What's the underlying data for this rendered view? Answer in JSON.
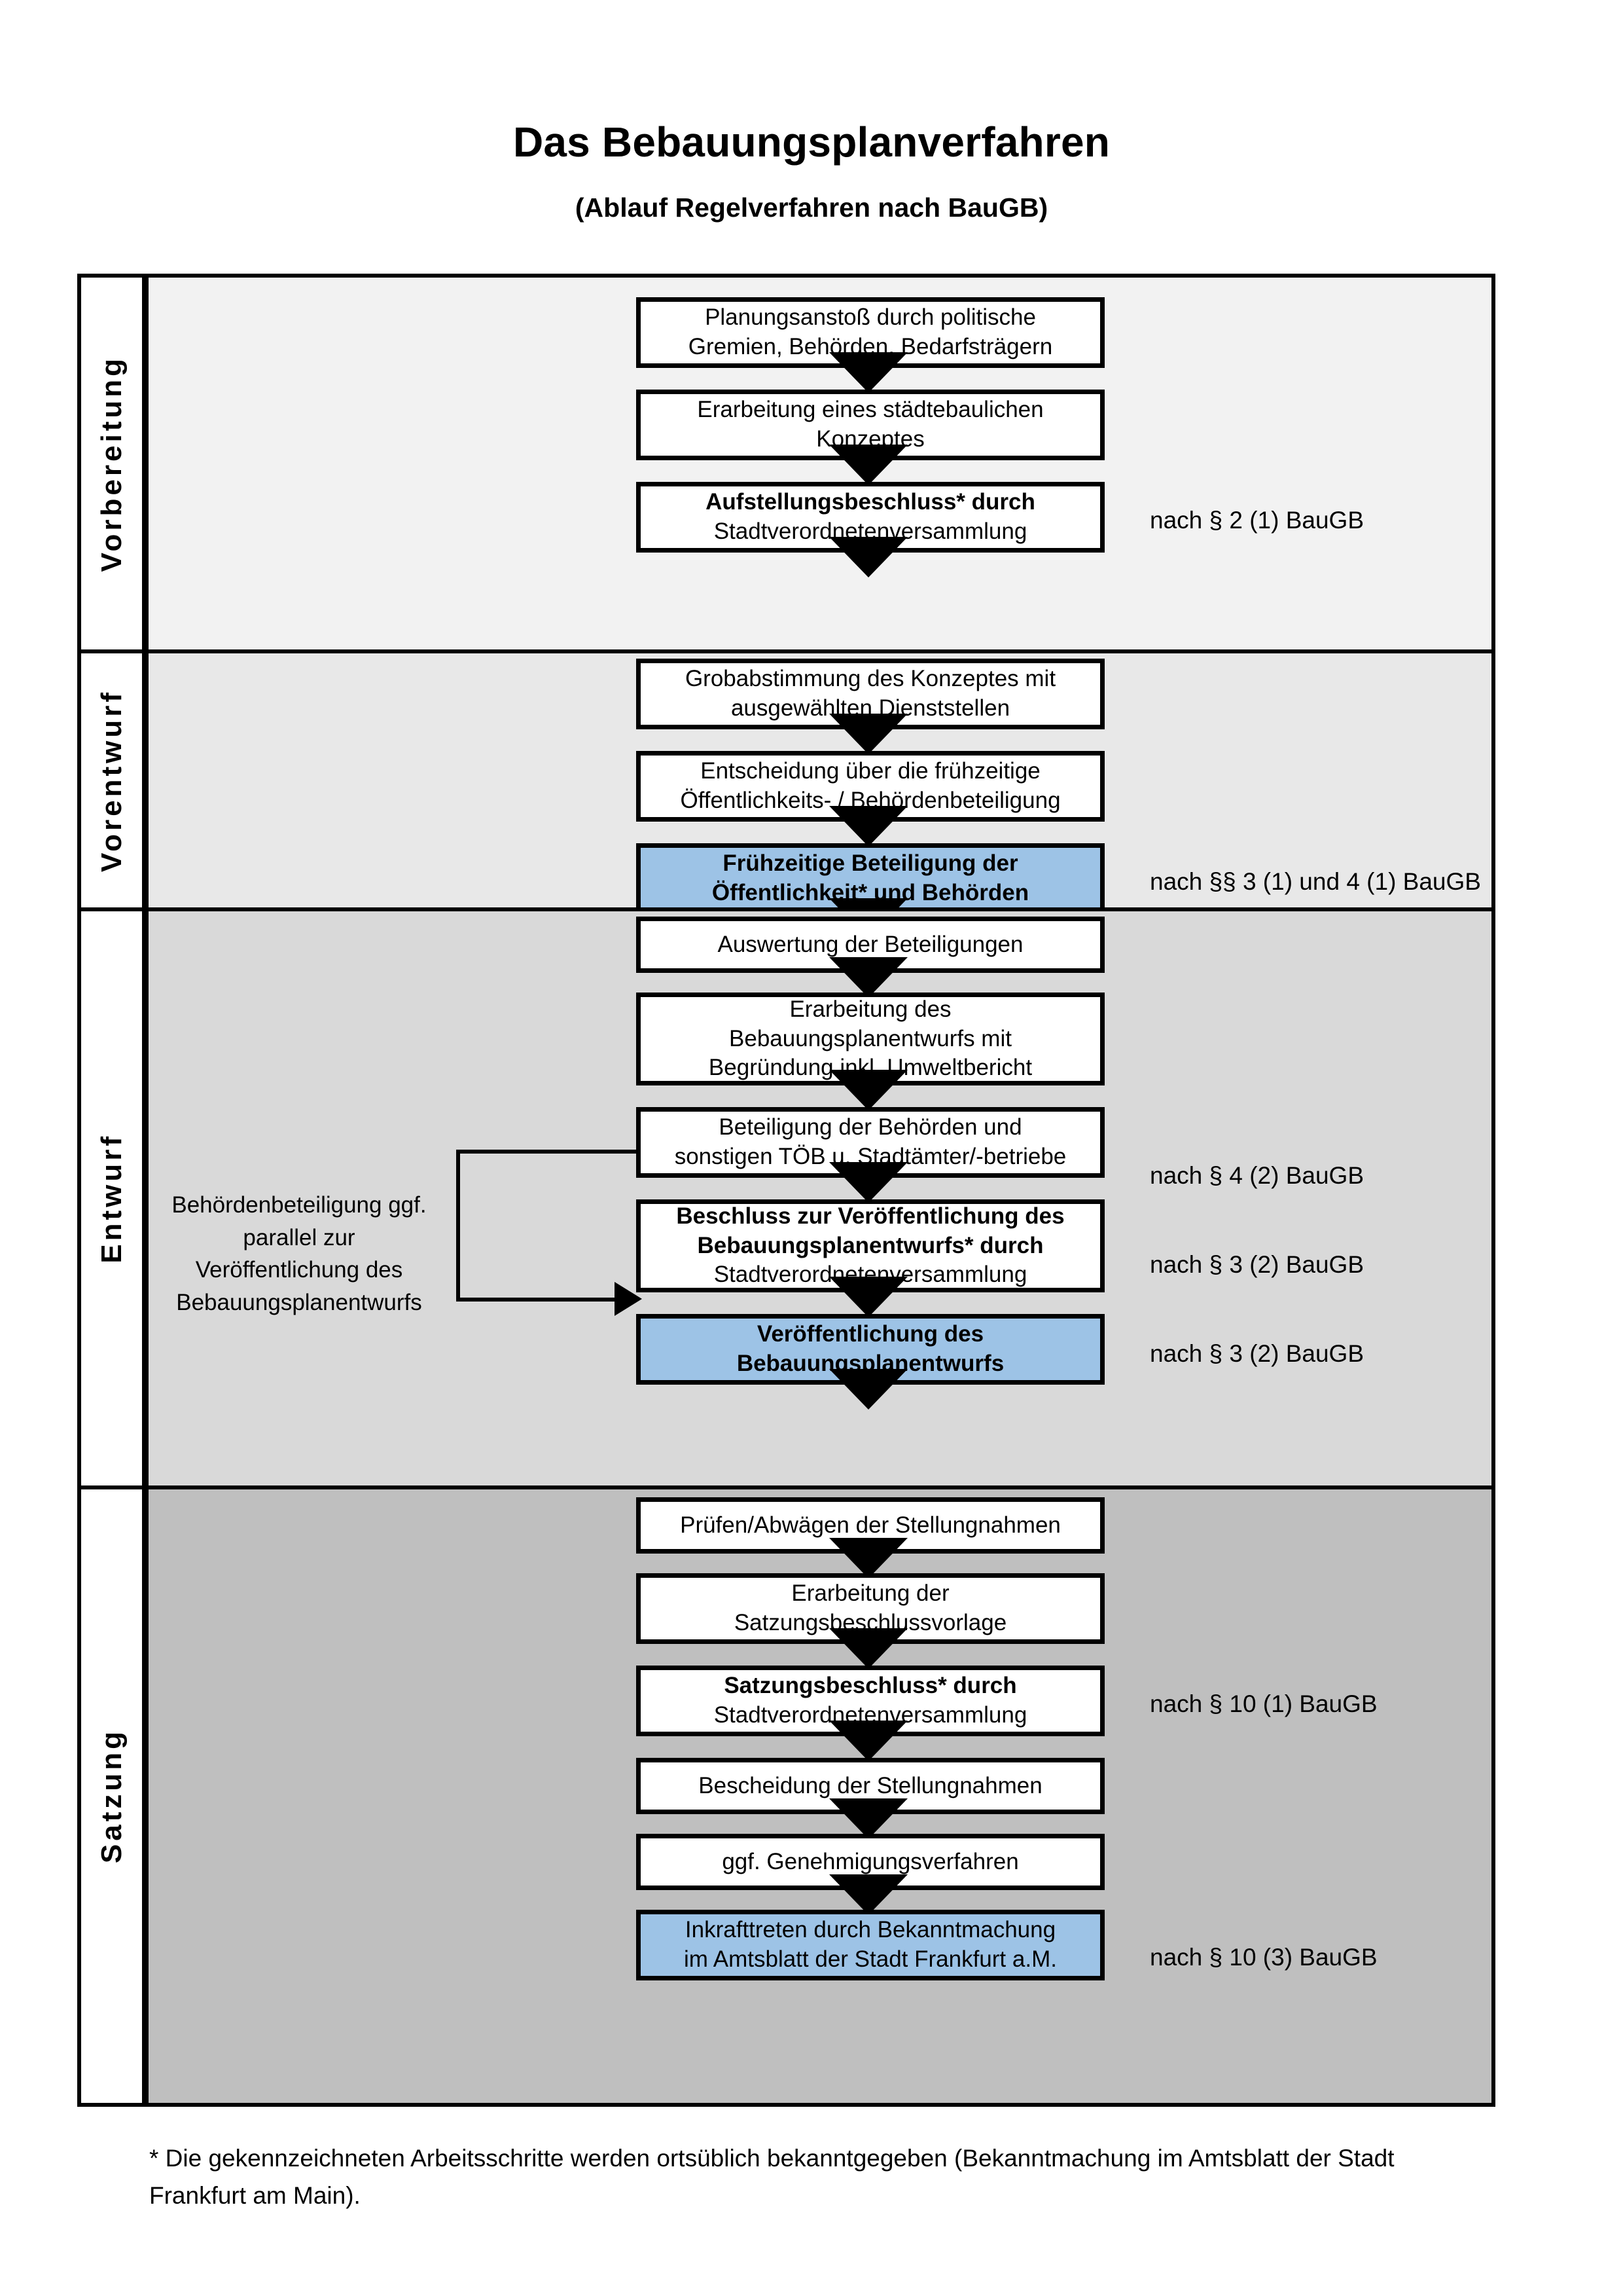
{
  "header": {
    "title": "Das Bebauungsplanverfahren",
    "subtitle": "(Ablauf Regelverfahren nach BauGB)"
  },
  "colors": {
    "highlight_blue": "#9DC3E6",
    "band_vorbereitung": "#F2F2F2",
    "band_vorentwurf": "#E8E8E8",
    "band_entwurf": "#D9D9D9",
    "band_satzung": "#BFBFBF",
    "line": "#000000"
  },
  "phases": [
    {
      "label": "Vorbereitung",
      "background": "#F2F2F2",
      "steps": [
        {
          "lines": [
            {
              "text": "Planungsanstoß durch politische",
              "bold": false
            },
            {
              "text": "Gremien, Behörden, Bedarfsträgern",
              "bold": false
            }
          ],
          "highlight": false
        },
        {
          "lines": [
            {
              "text": "Erarbeitung eines städtebaulichen",
              "bold": false
            },
            {
              "text": "Konzeptes",
              "bold": false
            }
          ],
          "highlight": false
        },
        {
          "lines": [
            {
              "text": "Aufstellungsbeschluss* durch",
              "bold": "partial"
            },
            {
              "text": "Stadtverordnetenversammlung",
              "bold": false
            }
          ],
          "highlight": false
        }
      ],
      "legal_notes": [
        "nach § 2 (1) BauGB"
      ]
    },
    {
      "label": "Vorentwurf",
      "background": "#E8E8E8",
      "steps": [
        {
          "lines": [
            {
              "text": "Grobabstimmung des Konzeptes mit",
              "bold": false
            },
            {
              "text": "ausgewählten Dienststellen",
              "bold": false
            }
          ],
          "highlight": false
        },
        {
          "lines": [
            {
              "text": "Entscheidung über die frühzeitige",
              "bold": false
            },
            {
              "text": "Öffentlichkeits- / Behördenbeteiligung",
              "bold": false
            }
          ],
          "highlight": false
        },
        {
          "lines": [
            {
              "text": "Frühzeitige Beteiligung der",
              "bold": true
            },
            {
              "text": "Öffentlichkeit* und Behörden",
              "bold": true
            }
          ],
          "highlight": true
        }
      ],
      "legal_notes": [
        "nach §§ 3 (1) und 4 (1) BauGB"
      ]
    },
    {
      "label": "Entwurf",
      "background": "#D9D9D9",
      "side_note": [
        "Behördenbeteiligung",
        "ggf. parallel zur",
        "Veröffentlichung des",
        "Bebauungsplanentwurfs"
      ],
      "steps": [
        {
          "lines": [
            {
              "text": "Auswertung der Beteiligungen",
              "bold": false
            }
          ],
          "highlight": false
        },
        {
          "lines": [
            {
              "text": "Erarbeitung des",
              "bold": false
            },
            {
              "text": "Bebauungsplanentwurfs mit",
              "bold": false
            },
            {
              "text": "Begründung inkl. Umweltbericht",
              "bold": false
            }
          ],
          "highlight": false
        },
        {
          "lines": [
            {
              "text": "Beteiligung der Behörden und",
              "bold": false
            },
            {
              "text": "sonstigen TÖB u. Stadtämter/-betriebe",
              "bold": false
            }
          ],
          "highlight": false
        },
        {
          "lines": [
            {
              "text": "Beschluss zur Veröffentlichung des",
              "bold": true
            },
            {
              "text": "Bebauungsplanentwurfs* durch",
              "bold": "partial"
            },
            {
              "text": "Stadtverordnetenversammlung",
              "bold": false
            }
          ],
          "highlight": false
        },
        {
          "lines": [
            {
              "text": "Veröffentlichung des",
              "bold": true
            },
            {
              "text": "Bebauungsplanentwurfs",
              "bold": true
            }
          ],
          "highlight": true
        }
      ],
      "legal_notes": [
        "nach § 4 (2) BauGB",
        "nach § 3 (2) BauGB",
        "nach § 3 (2) BauGB"
      ]
    },
    {
      "label": "Satzung",
      "background": "#BFBFBF",
      "steps": [
        {
          "lines": [
            {
              "text": "Prüfen/Abwägen der Stellungnahmen",
              "bold": false
            }
          ],
          "highlight": false
        },
        {
          "lines": [
            {
              "text": "Erarbeitung der",
              "bold": false
            },
            {
              "text": "Satzungsbeschlussvorlage",
              "bold": false
            }
          ],
          "highlight": false
        },
        {
          "lines": [
            {
              "text": "Satzungsbeschluss* durch",
              "bold": "partial"
            },
            {
              "text": "Stadtverordnetenversammlung",
              "bold": false
            }
          ],
          "highlight": false
        },
        {
          "lines": [
            {
              "text": "Bescheidung der Stellungnahmen",
              "bold": false
            }
          ],
          "highlight": false
        },
        {
          "lines": [
            {
              "text": "ggf. Genehmigungsverfahren",
              "bold": false
            }
          ],
          "highlight": false
        },
        {
          "lines": [
            {
              "text": "Inkrafttreten durch Bekanntmachung",
              "bold": "partial"
            },
            {
              "text": "im Amtsblatt der Stadt Frankfurt a.M.",
              "bold": false
            }
          ],
          "highlight": true
        }
      ],
      "legal_notes": [
        "nach § 10 (1) BauGB",
        "nach § 10 (3) BauGB"
      ]
    }
  ],
  "footnote": "* Die gekennzeichneten Arbeitsschritte werden ortsüblich bekanntgegeben (Bekanntmachung im Amtsblatt  der Stadt Frankfurt am Main)."
}
